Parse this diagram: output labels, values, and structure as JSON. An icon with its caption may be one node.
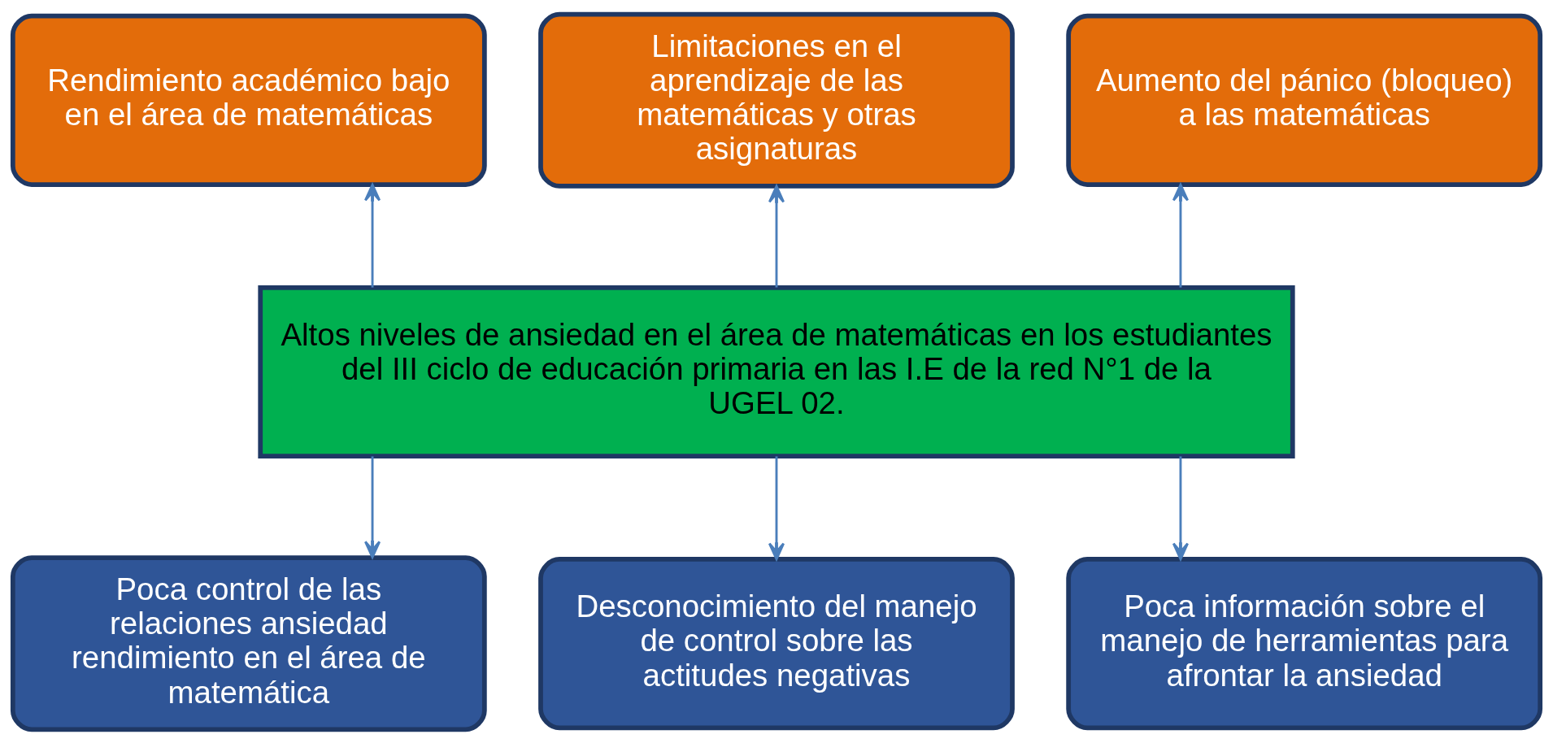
{
  "diagram": {
    "nodes": [
      {
        "text": [
          "Rendimiento académico bajo en el área de matemáticas"
        ]
      },
      {
        "text": [
          "Limitaciones en el aprendizaje de las matemáticas y otras asignaturas"
        ]
      },
      {
        "text": [
          "Aumento del pánico (bloqueo) a las matemáticas"
        ]
      },
      {
        "text": [
          "Altos niveles de ansiedad en el área de matemáticas en los estudiantes del III ciclo de educación primaria en las I.E de la red N°1 de la UGEL 02."
        ]
      },
      {
        "text": [
          "Poca control de las relaciones ansiedad rendimiento en el área de matemática"
        ]
      },
      {
        "text": [
          "Desconocimiento del manejo de control sobre las actitudes negativas"
        ]
      },
      {
        "text": [
          "Poca información sobre el manejo de herramientas para afrontar la ansiedad"
        ]
      }
    ],
    "edges": [
      {
        "from": 3,
        "to": 0,
        "arrow": "to"
      },
      {
        "from": 3,
        "to": 1,
        "arrow": "to"
      },
      {
        "from": 3,
        "to": 2,
        "arrow": "to"
      },
      {
        "from": 3,
        "to": 4,
        "arrow": "to"
      },
      {
        "from": 3,
        "to": 5,
        "arrow": "to"
      },
      {
        "from": 3,
        "to": 6,
        "arrow": "to"
      }
    ]
  }
}
